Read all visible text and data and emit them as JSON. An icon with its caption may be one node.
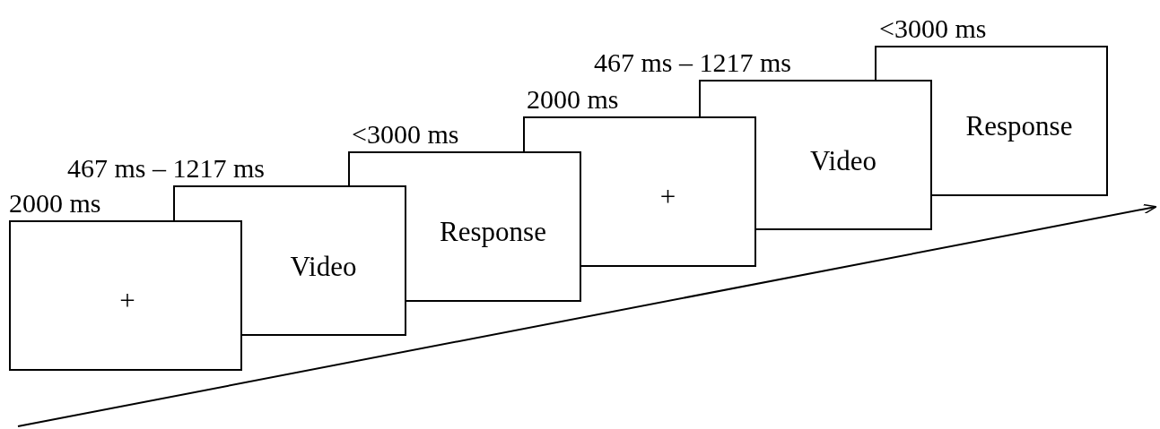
{
  "diagram": {
    "nodes": [
      {
        "text": [
          "+"
        ],
        "beside": [
          "2000 ms"
        ]
      },
      {
        "text": [
          "Video"
        ],
        "beside": [
          "467 ms – 1217 ms"
        ]
      },
      {
        "text": [
          "Response"
        ],
        "beside": [
          "<3000 ms"
        ]
      },
      {
        "text": [
          "+"
        ],
        "beside": [
          "2000 ms"
        ]
      },
      {
        "text": [
          "Video"
        ],
        "beside": [
          "467 ms – 1217 ms"
        ]
      },
      {
        "text": [
          "Response"
        ],
        "beside": [
          "<3000 ms"
        ]
      }
    ]
  }
}
